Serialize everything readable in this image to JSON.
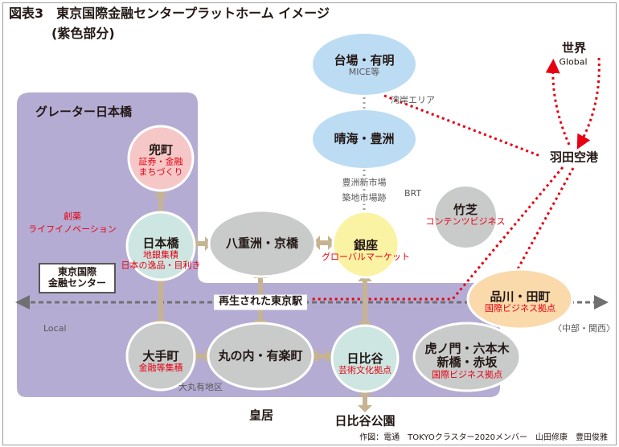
{
  "figure": {
    "title": "図表3　東京国際金融センタープラットホーム イメージ",
    "subtitle": "(紫色部分)",
    "credit": "作図：電通　TOKYOクラスター2020メンバー　山田修康　豊田俊雅"
  },
  "area": {
    "title": "グレーター日本橋",
    "box_line1": "東京国際",
    "box_line2": "金融センター",
    "sub_label": "大丸有地区",
    "creative_line1": "創薬",
    "creative_line2": "ライフイノベーション"
  },
  "nodes": {
    "kabutocho": {
      "name": "兜町",
      "sub1": "証券・金融",
      "sub2": "まちづくり"
    },
    "nihonbashi": {
      "name": "日本橋",
      "sub1": "地銀集積",
      "sub2": "日本の逸品・目利き"
    },
    "yaesu": {
      "name": "八重洲・京橋"
    },
    "ginza": {
      "name": "銀座",
      "sub1": "グローバルマーケット"
    },
    "otemachi": {
      "name": "大手町",
      "sub1": "金融等集積"
    },
    "marunouchi": {
      "name": "丸の内・有楽町"
    },
    "hibiya": {
      "name": "日比谷",
      "sub1": "芸術文化拠点"
    },
    "daiba": {
      "name": "台場・有明",
      "sub1": "MICE等"
    },
    "harumi": {
      "name": "晴海・豊洲"
    },
    "takeshiba": {
      "name": "竹芝",
      "sub1": "コンテンツビジネス"
    },
    "shinagawa": {
      "name": "品川・田町",
      "sub1": "国際ビジネス拠点"
    },
    "toranomon": {
      "name": "虎ノ門・六本木",
      "name2": "新橋・赤坂",
      "sub1": "国際ビジネス拠点"
    }
  },
  "labels": {
    "tokyo_station": "再生された東京駅",
    "local": "Local",
    "chubu": "〈中部・関西〉",
    "bay_area": "湾岸エリア",
    "toyosu_market": "豊洲新市場",
    "tsukiji": "築地市場跡",
    "brt": "BRT",
    "haneda": "羽田空港",
    "world": "世界",
    "global": "Global",
    "kokyo": "皇居",
    "hibiya_park": "日比谷公園"
  },
  "colors": {
    "purple_area": "#b5acd4",
    "blue_node": "#bcdcf3",
    "gray_node": "#c9caca",
    "pink_node": "#f5c8c7",
    "yellow_node": "#fbf3a4",
    "green_node": "#cde6e1",
    "orange_node": "#fad9ab",
    "red_accent": "#e60012",
    "arrow_tan": "#c6b391"
  }
}
